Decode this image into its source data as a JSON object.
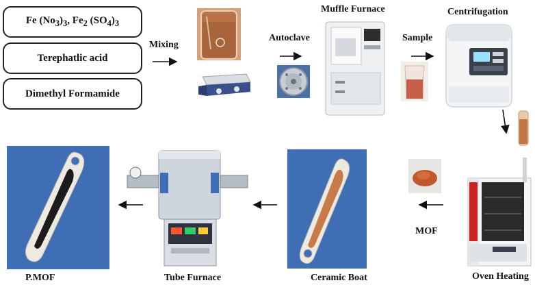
{
  "reagents": {
    "box1": {
      "a": "Fe (No",
      "s1": "3",
      "b": ")",
      "s2": "3",
      "c": ", Fe",
      "s3": "2",
      "d": " (SO",
      "s4": "4",
      "e": ")",
      "s5": "3"
    },
    "box2": "Terephatlic acid",
    "box3": "Dimethyl Formamide"
  },
  "labels": {
    "mixing": "Mixing",
    "autoclave": "Autoclave",
    "muffle_furnace": "Muffle Furnace",
    "sample": "Sample",
    "centrifugation": "Centrifugation",
    "mof": "MOF",
    "oven_heating": "Oven Heating",
    "ceramic_boat": "Ceramic Boat",
    "tube_furnace": "Tube Furnace",
    "pmof": "P.MOF"
  },
  "colors": {
    "arrow": "#111111",
    "powder": "#c87a4a",
    "carbon": "#1c1c1c",
    "ceramic": "#eeeae2",
    "blue_bg": "#3f6eb4"
  }
}
